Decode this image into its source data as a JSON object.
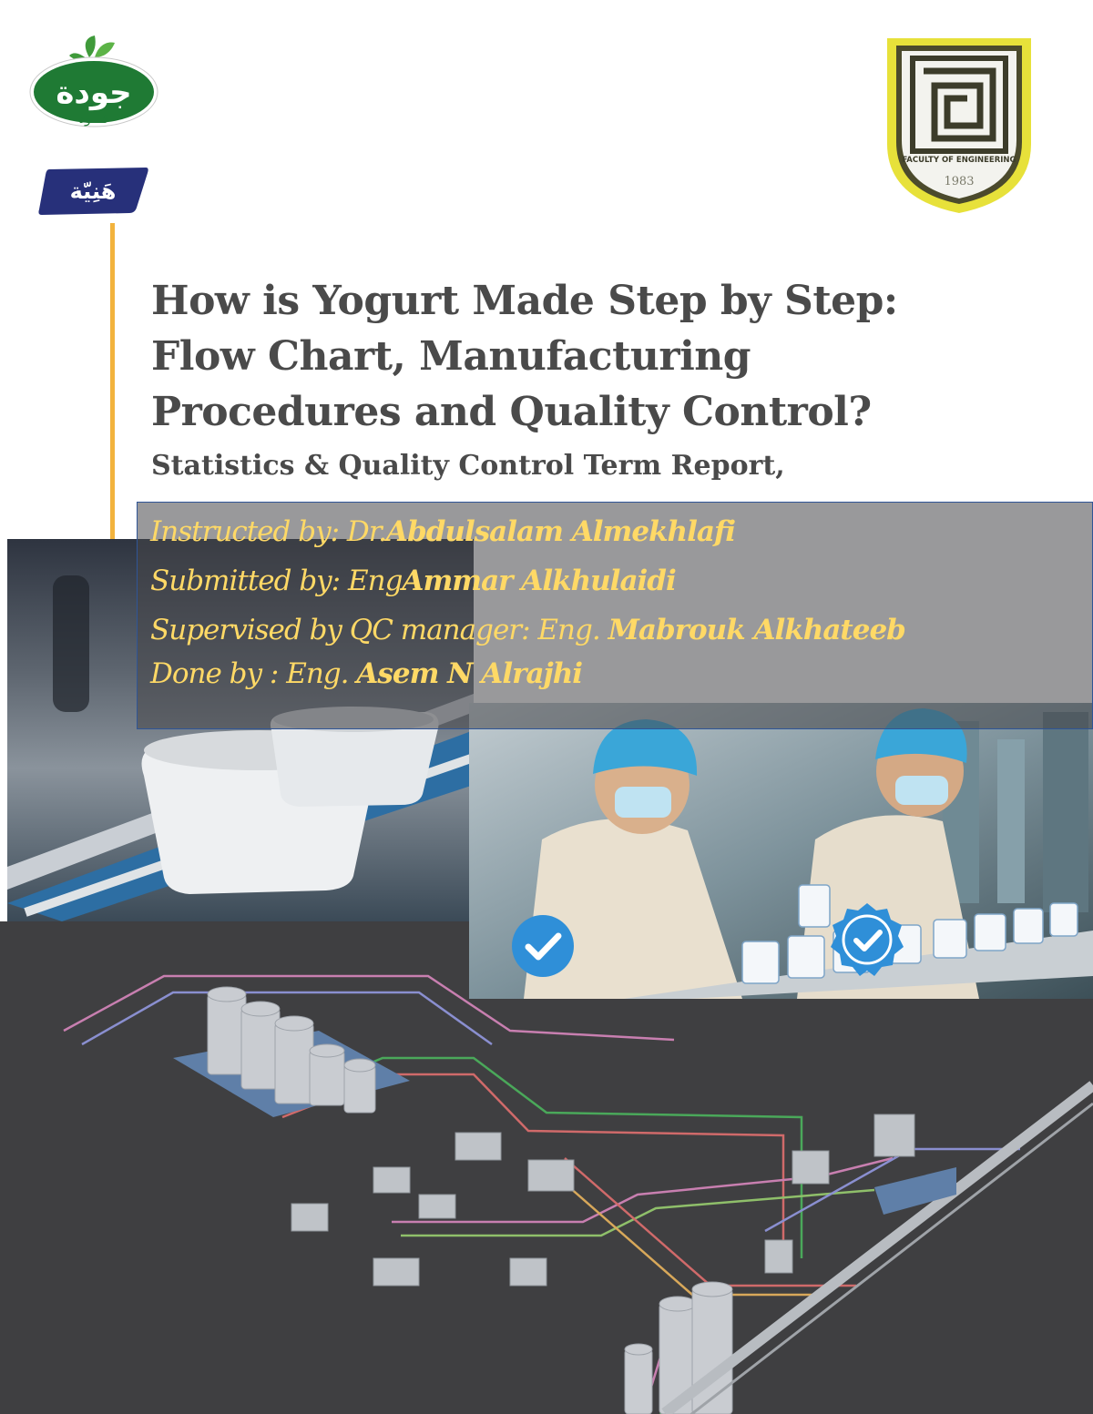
{
  "logos": {
    "jouda_arabic": "جودة",
    "jouda_sub_arabic": "فـــود",
    "hania_arabic": "هَنِيّة",
    "faculty_caption": "FACULTY OF ENGINEERING",
    "faculty_year": "1983"
  },
  "title": {
    "line1": "How is Yogurt Made Step by Step:",
    "line2": "Flow Chart, Manufacturing",
    "line3": "Procedures and Quality Control?"
  },
  "subtitle": "Statistics & Quality Control Term Report,",
  "credits": {
    "instructed_label": "Instructed by: Dr.",
    "instructed_name": "Abdulsalam Almekhlafi",
    "submitted_label": "Submitted by: Eng",
    "submitted_name": "Ammar Alkhulaidi",
    "supervised_label": "Supervised by QC manager: Eng.",
    "supervised_name": "Mabrouk Alkhateeb",
    "done_label": "Done by : Eng.",
    "done_name": "Asem N Alrajhi"
  },
  "colors": {
    "title_text": "#4a4a4a",
    "credit_text": "#ffd966",
    "accent_line": "#f2b33d",
    "plant_background": "#3f3f41",
    "badge_blue": "#2f8fd8"
  },
  "icons": {
    "badge_left": "check-circle-icon",
    "badge_right": "check-seal-icon"
  }
}
